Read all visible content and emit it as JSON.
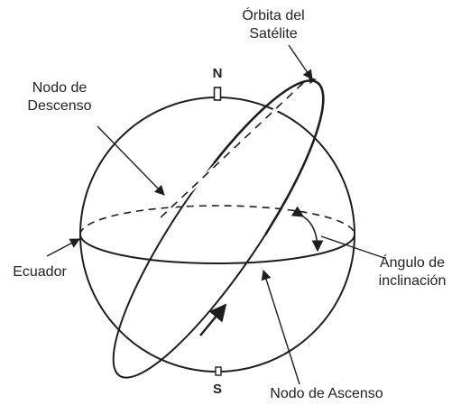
{
  "labels": {
    "orbit_line1": "Órbita del",
    "orbit_line2": "Satélite",
    "north": "N",
    "descending_line1": "Nodo de",
    "descending_line2": "Descenso",
    "equator": "Ecuador",
    "angle_line1": "Ángulo de",
    "angle_line2": "inclinación",
    "south": "S",
    "ascending": "Nodo de Ascenso"
  },
  "colors": {
    "stroke": "#1e1e1e",
    "background": "#ffffff"
  }
}
